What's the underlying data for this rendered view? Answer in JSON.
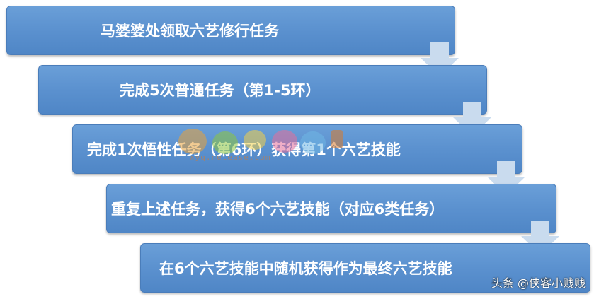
{
  "steps": [
    {
      "text": "马婆婆处领取六艺修行任务"
    },
    {
      "text": "完成5次普通任务（第1-5环）"
    },
    {
      "text": "完成1次悟性任务（第6环）获得第1个六艺技能"
    },
    {
      "text": "重复上述任务，获得6个六艺技能（对应6类任务）"
    },
    {
      "text": "在6个六艺技能中随机获得作为最终六艺技能"
    }
  ],
  "arrow_color": "#c9dbee",
  "box_color": "#5b91cf",
  "watermark": {
    "site": "xyq.netease.com"
  },
  "credit": "头条 @侠客小贱贱"
}
